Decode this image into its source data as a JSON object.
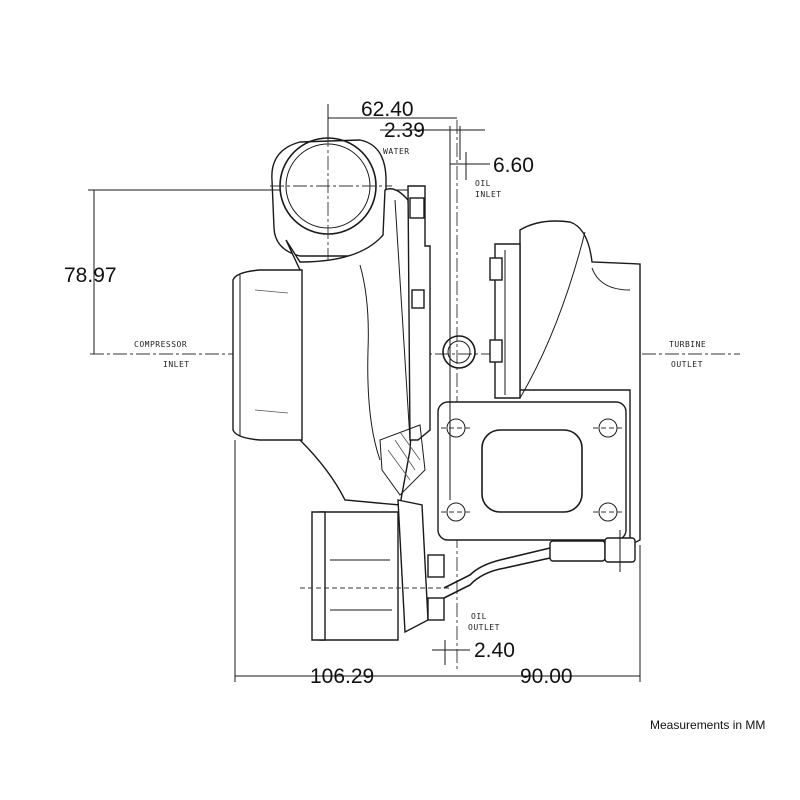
{
  "dimensions": {
    "d_62_40": "62.40",
    "d_2_39": "2.39",
    "d_6_60": "6.60",
    "d_78_97": "78.97",
    "d_2_40": "2.40",
    "d_106_29": "106.29",
    "d_90_00": "90.00"
  },
  "labels": {
    "water": "WATER",
    "oil_inlet_1": "OIL",
    "oil_inlet_2": "INLET",
    "compressor": "COMPRESSOR",
    "inlet": "INLET",
    "turbine": "TURBINE",
    "outlet": "OUTLET",
    "oil_outlet_1": "OIL",
    "oil_outlet_2": "OUTLET"
  },
  "note": "Measurements in MM"
}
